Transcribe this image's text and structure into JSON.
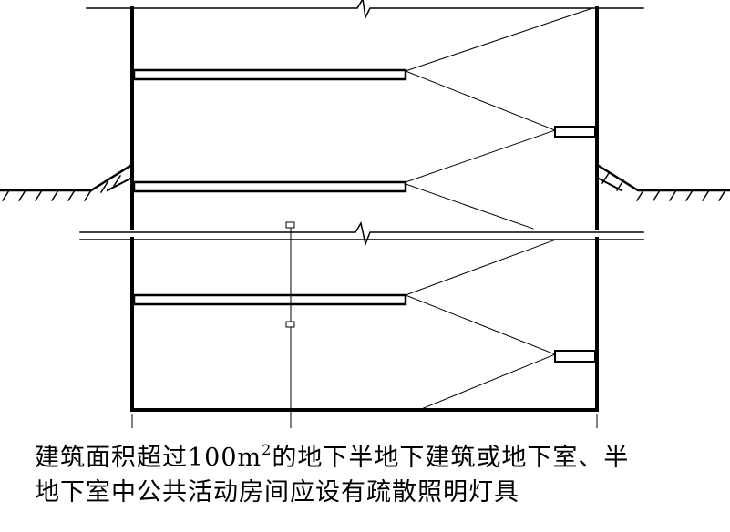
{
  "caption": {
    "line1_prefix": "建筑面积超过100m",
    "line1_sup": "2",
    "line1_suffix": "的地下半地下建筑或地下室、半",
    "line2": "地下室中公共活动房间应设有疏散照明灯具"
  },
  "colors": {
    "line": "#000000",
    "background": "#ffffff"
  }
}
